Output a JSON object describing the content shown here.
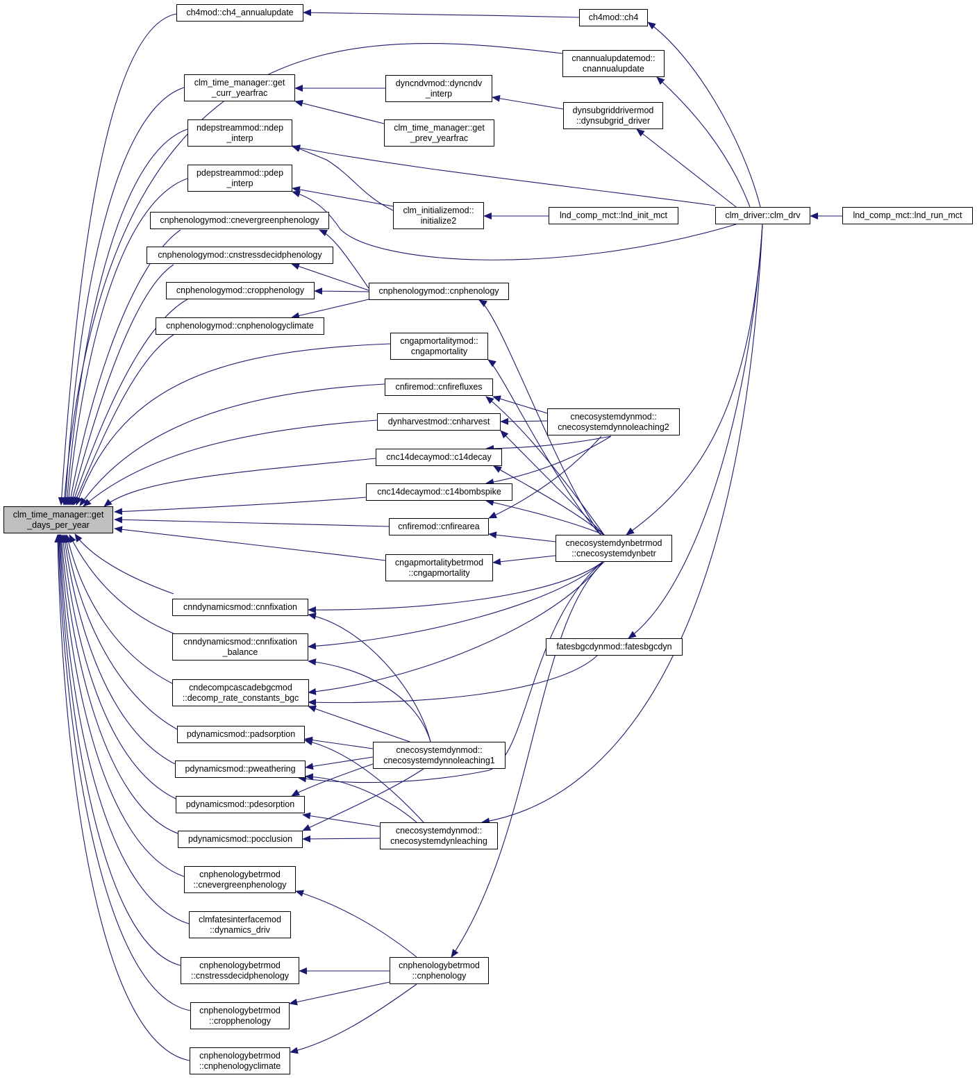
{
  "diagram": {
    "colors": {
      "edge": "#191970",
      "node_border": "#000000",
      "node_fill": "#ffffff",
      "root_fill": "#bfbfbf"
    },
    "nodes": [
      {
        "id": "root",
        "lines": [
          "clm_time_manager::get",
          "_days_per_year"
        ]
      },
      {
        "id": "n_ch4upd",
        "lines": [
          "ch4mod::ch4_annualupdate"
        ]
      },
      {
        "id": "n_ch4",
        "lines": [
          "ch4mod::ch4"
        ]
      },
      {
        "id": "n_cnannual",
        "lines": [
          "cnannualupdatemod::",
          "cnannualupdate"
        ]
      },
      {
        "id": "n_curryf",
        "lines": [
          "clm_time_manager::get",
          "_curr_yearfrac"
        ]
      },
      {
        "id": "n_dyncndv",
        "lines": [
          "dyncndvmod::dyncndv",
          "_interp"
        ]
      },
      {
        "id": "n_prevyf",
        "lines": [
          "clm_time_manager::get",
          "_prev_yearfrac"
        ]
      },
      {
        "id": "n_dynsub",
        "lines": [
          "dynsubgriddrivermod",
          "::dynsubgrid_driver"
        ]
      },
      {
        "id": "n_ndep",
        "lines": [
          "ndepstreammod::ndep",
          "_interp"
        ]
      },
      {
        "id": "n_pdep",
        "lines": [
          "pdepstreammod::pdep",
          "_interp"
        ]
      },
      {
        "id": "n_init2",
        "lines": [
          "clm_initializemod::",
          "initialize2"
        ]
      },
      {
        "id": "n_lndinit",
        "lines": [
          "lnd_comp_mct::lnd_init_mct"
        ]
      },
      {
        "id": "n_clmdrv",
        "lines": [
          "clm_driver::clm_drv"
        ]
      },
      {
        "id": "n_lndrun",
        "lines": [
          "lnd_comp_mct::lnd_run_mct"
        ]
      },
      {
        "id": "n_evergreen",
        "lines": [
          "cnphenologymod::cnevergreenphenology"
        ]
      },
      {
        "id": "n_stressdecid",
        "lines": [
          "cnphenologymod::cnstressdecidphenology"
        ]
      },
      {
        "id": "n_cropphen",
        "lines": [
          "cnphenologymod::cropphenology"
        ]
      },
      {
        "id": "n_cnphen",
        "lines": [
          "cnphenologymod::cnphenology"
        ]
      },
      {
        "id": "n_phenclimate",
        "lines": [
          "cnphenologymod::cnphenologyclimate"
        ]
      },
      {
        "id": "n_gapmort",
        "lines": [
          "cngapmortalitymod::",
          "cngapmortality"
        ]
      },
      {
        "id": "n_firefluxes",
        "lines": [
          "cnfiremod::cnfirefluxes"
        ]
      },
      {
        "id": "n_noleach2",
        "lines": [
          "cnecosystemdynmod::",
          "cnecosystemdynnoleaching2"
        ]
      },
      {
        "id": "n_harvest",
        "lines": [
          "dynharvestmod::cnharvest"
        ]
      },
      {
        "id": "n_c14decay",
        "lines": [
          "cnc14decaymod::c14decay"
        ]
      },
      {
        "id": "n_c14bomb",
        "lines": [
          "cnc14decaymod::c14bombspike"
        ]
      },
      {
        "id": "n_firearea",
        "lines": [
          "cnfiremod::cnfirearea"
        ]
      },
      {
        "id": "n_dynbetr",
        "lines": [
          "cnecosystemdynbetrmod",
          "::cnecosystemdynbetr"
        ]
      },
      {
        "id": "n_gapmortbetr",
        "lines": [
          "cngapmortalitybetrmod",
          "::cngapmortality"
        ]
      },
      {
        "id": "n_nfix",
        "lines": [
          "cnndynamicsmod::cnnfixation"
        ]
      },
      {
        "id": "n_nfixbal",
        "lines": [
          "cnndynamicsmod::cnnfixation",
          "_balance"
        ]
      },
      {
        "id": "n_fatesbgc",
        "lines": [
          "fatesbgcdynmod::fatesbgcdyn"
        ]
      },
      {
        "id": "n_decomp",
        "lines": [
          "cndecompcascadebgcmod",
          "::decomp_rate_constants_bgc"
        ]
      },
      {
        "id": "n_padsorp",
        "lines": [
          "pdynamicsmod::padsorption"
        ]
      },
      {
        "id": "n_noleach1",
        "lines": [
          "cnecosystemdynmod::",
          "cnecosystemdynnoleaching1"
        ]
      },
      {
        "id": "n_pweather",
        "lines": [
          "pdynamicsmod::pweathering"
        ]
      },
      {
        "id": "n_pdesorp",
        "lines": [
          "pdynamicsmod::pdesorption"
        ]
      },
      {
        "id": "n_leaching",
        "lines": [
          "cnecosystemdynmod::",
          "cnecosystemdynleaching"
        ]
      },
      {
        "id": "n_pocclu",
        "lines": [
          "pdynamicsmod::pocclusion"
        ]
      },
      {
        "id": "n_evergreenbetr",
        "lines": [
          "cnphenologybetrmod",
          "::cnevergreenphenology"
        ]
      },
      {
        "id": "n_fatesdrv",
        "lines": [
          "clmfatesinterfacemod",
          "::dynamics_driv"
        ]
      },
      {
        "id": "n_stressbetr",
        "lines": [
          "cnphenologybetrmod",
          "::cnstressdecidphenology"
        ]
      },
      {
        "id": "n_cnphenbetr",
        "lines": [
          "cnphenologybetrmod",
          "::cnphenology"
        ]
      },
      {
        "id": "n_cropbetr",
        "lines": [
          "cnphenologybetrmod",
          "::cropphenology"
        ]
      },
      {
        "id": "n_climbetr",
        "lines": [
          "cnphenologybetrmod",
          "::cnphenologyclimate"
        ]
      }
    ]
  }
}
